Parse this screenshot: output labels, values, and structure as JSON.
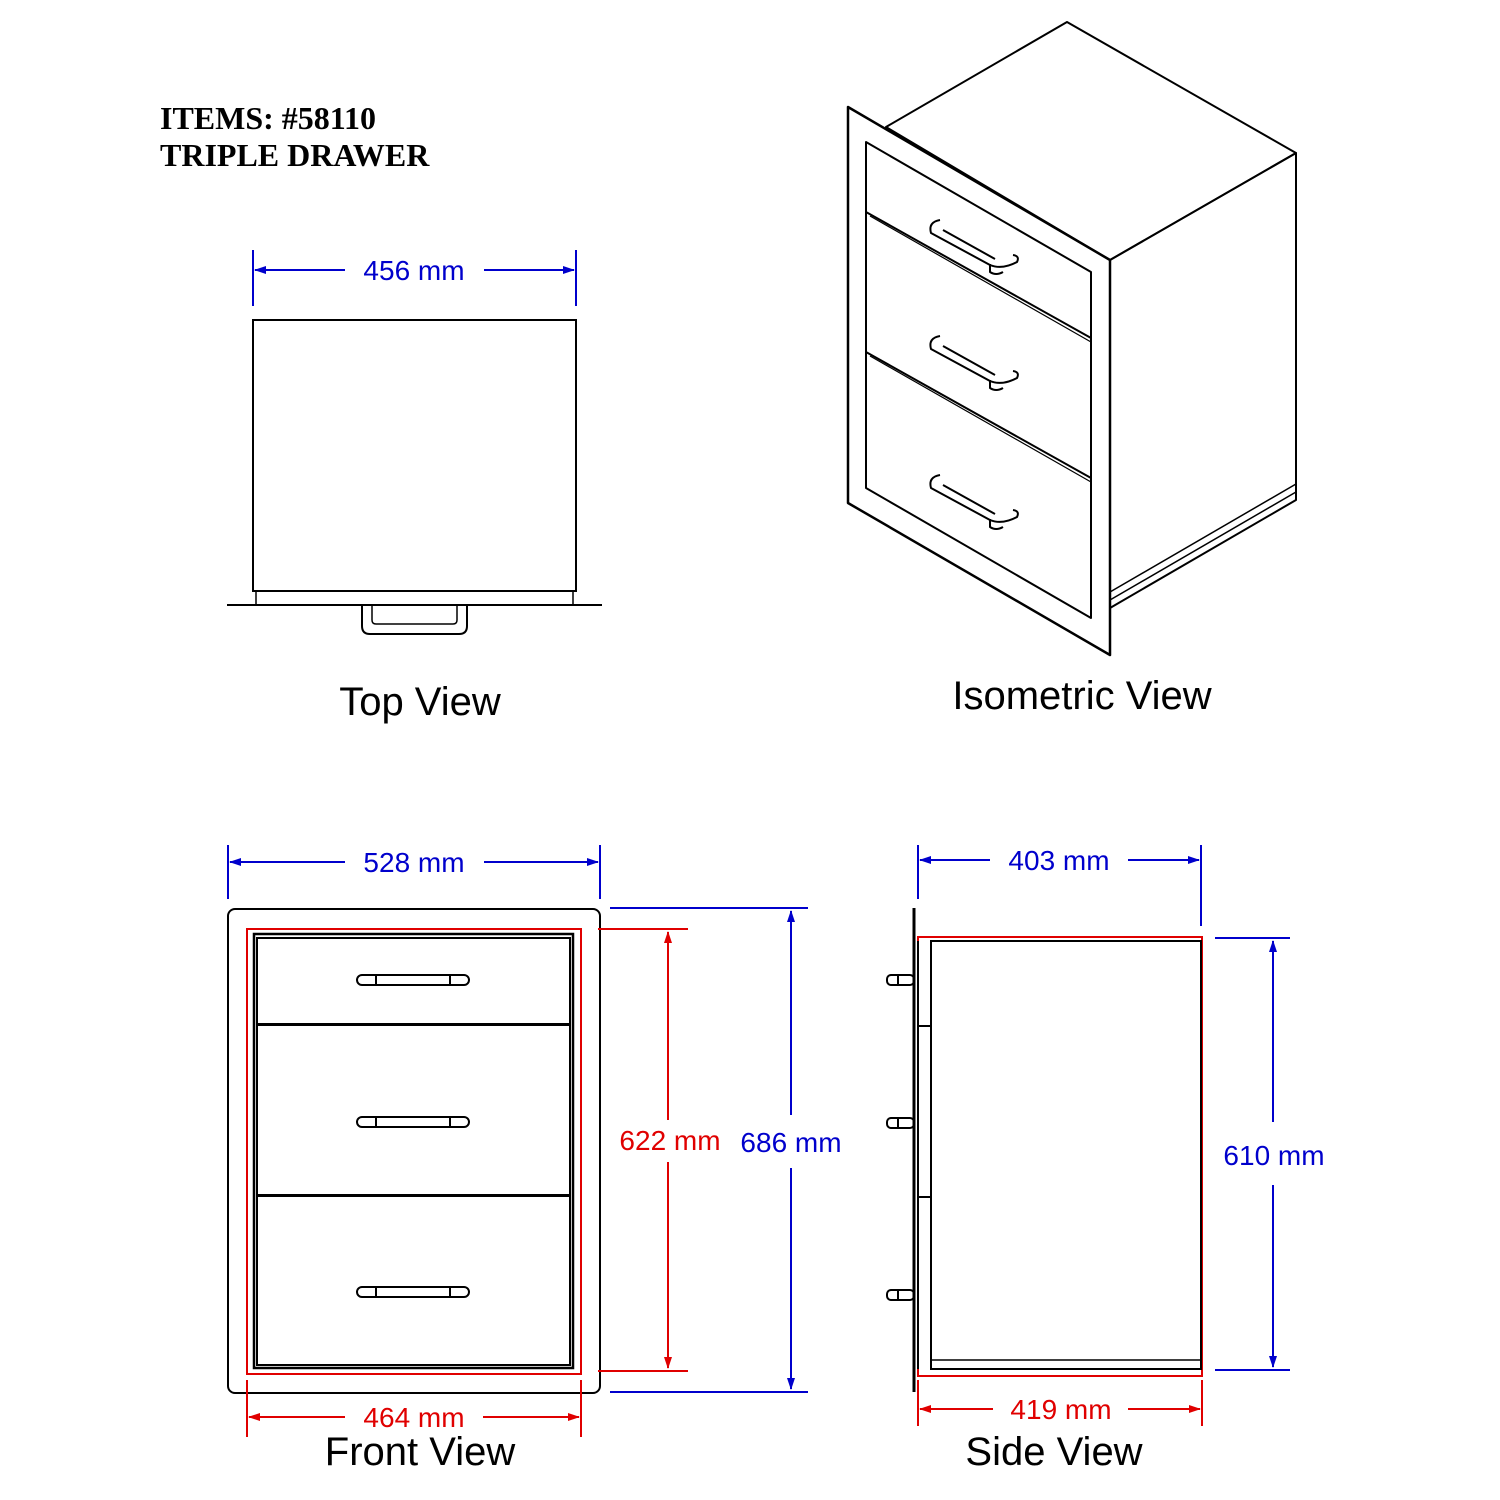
{
  "title": {
    "item_line": "ITEMS: #58110",
    "product_line": "TRIPLE DRAWER"
  },
  "views": {
    "top": "Top View",
    "isometric": "Isometric View",
    "front": "Front View",
    "side": "Side View"
  },
  "dimensions": {
    "top_width": "456 mm",
    "front_width": "528 mm",
    "front_inner_height": "622 mm",
    "front_height": "686 mm",
    "front_inner_width": "464 mm",
    "side_depth": "403 mm",
    "side_height": "610 mm",
    "side_inner_depth": "419 mm"
  },
  "colors": {
    "outline": "#000000",
    "dimension_blue": "#0000cc",
    "dimension_red": "#e00000"
  }
}
